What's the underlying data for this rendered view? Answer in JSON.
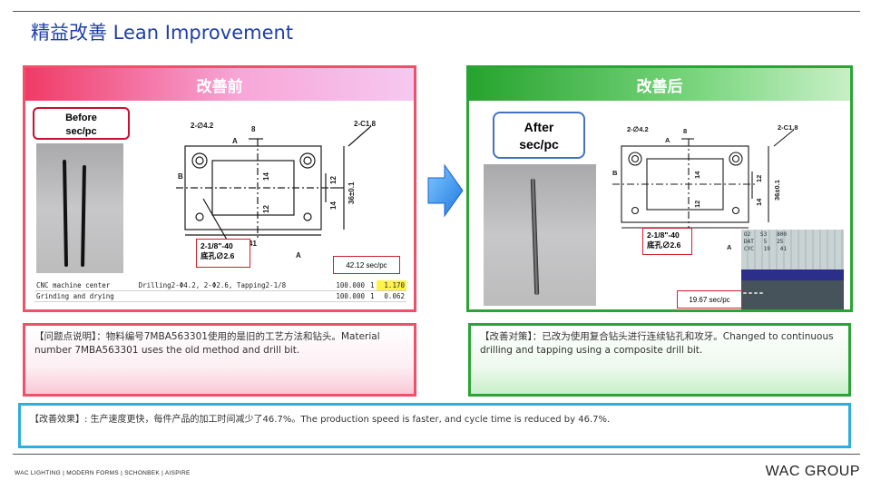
{
  "page": {
    "title": "精益改善 Lean Improvement"
  },
  "before": {
    "header": "改善前",
    "tag_line1": "Before",
    "tag_line2": "sec/pc",
    "callout_line1": "2-1/8\"-40",
    "callout_line2": "底孔∅2.6",
    "cycle_time": "42.12 sec/pc",
    "table": {
      "rows": [
        [
          "CNC machine center",
          "Drilling2-Φ4.2, 2-Φ2.6, Tapping2-1/8",
          "100.000",
          "1",
          "1.170"
        ],
        [
          "Grinding and drying",
          "",
          "100.000",
          "1",
          "0.062"
        ]
      ]
    }
  },
  "after": {
    "header": "改善后",
    "tag_line1": "After",
    "tag_line2": "sec/pc",
    "callout_line1": "2-1/8\"-40",
    "callout_line2": "底孔∅2.6",
    "cycle_time": "19.67 sec/pc"
  },
  "drawing": {
    "hole_label": "2-∅4.2",
    "chamfer_label": "2-C1.8",
    "dim_top": "8",
    "dim_width": "41",
    "dim_14": "14",
    "dim_12": "12",
    "dim_12b": "12",
    "dim_14b": "14",
    "dim_height": "36±0.1",
    "section_a": "A",
    "section_b": "B"
  },
  "problem": {
    "text": "【问题点说明】：物料编号7MBA563301使用的是旧的工艺方法和钻头。Material number 7MBA563301 uses the old method and drill bit."
  },
  "solution": {
    "text": "【改善对策】：已改为使用复合钻头进行连续钻孔和攻牙。Changed to continuous drilling and tapping using a composite drill bit."
  },
  "effect": {
    "text": "【改善效果】: 生产速度更快，每件产品的加工时间减少了46.7%。The production speed is faster, and cycle time is reduced by 46.7%."
  },
  "footer": {
    "brands": "WAC LIGHTING  |  MODERN FORMS  |  SCHONBEK  |  AISPIRE",
    "logo": "WAC GROUP"
  },
  "colors": {
    "title": "#1f3fa8",
    "before_accent": "#f0506a",
    "after_accent": "#2aa535",
    "effect_border": "#2eaee0",
    "callout_border": "#d0202a"
  }
}
